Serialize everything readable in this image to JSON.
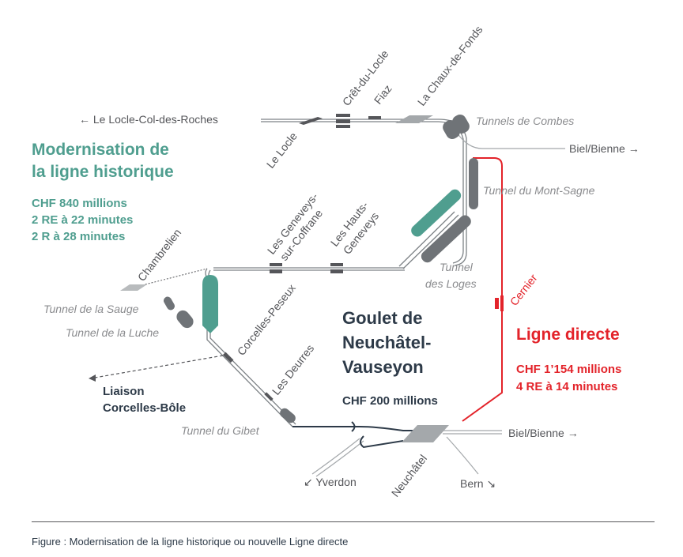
{
  "stations": {
    "le_locle_col_des_roches": "← Le Locle-Col-des-Roches",
    "le_locle": "Le Locle",
    "cret_du_locle": "Crêt-du-Locle",
    "fiaz": "Fiaz",
    "la_chaux_de_fonds": "La Chaux-de-Fonds",
    "biel_bienne_top": "Biel/Bienne →",
    "les_geneveys_l1": "Les Geneveys-",
    "les_geneveys_l2": "sur-Coffrane",
    "les_hauts_l1": "Les Hauts-",
    "les_hauts_l2": "Geneveys",
    "chambrelien": "Chambrelien",
    "corcelles_peseux": "Corcelles-Peseux",
    "les_deurres": "Les Deurres",
    "neuchatel": "Neuchâtel",
    "cernier": "Cernier",
    "biel_bienne_bottom": "Biel/Bienne →",
    "yverdon": "↙ Yverdon",
    "bern": "Bern ↘"
  },
  "tunnels": {
    "combes": "Tunnels de Combes",
    "mont_sagne": "Tunnel du Mont-Sagne",
    "loges_l1": "Tunnel",
    "loges_l2": "des Loges",
    "sauge": "Tunnel de la Sauge",
    "luche": "Tunnel de la Luche",
    "gibet": "Tunnel du Gibet"
  },
  "modernisation": {
    "title_l1": "Modernisation de",
    "title_l2": "la ligne historique",
    "cost": "CHF 840 millions",
    "re": "2 RE à 22 minutes",
    "r": "2 R à 28 minutes"
  },
  "directe": {
    "title": "Ligne directe",
    "cost": "CHF 1’154 millions",
    "re": "4 RE à 14 minutes"
  },
  "goulet": {
    "title_l1": "Goulet de",
    "title_l2": "Neuchâtel-",
    "title_l3": "Vauseyon",
    "cost": "CHF 200 millions"
  },
  "liaison": {
    "l1": "Liaison",
    "l2": "Corcelles-Bôle"
  },
  "caption": "Figure : Modernisation de la ligne historique ou nouvelle Ligne directe",
  "colors": {
    "teal": "#4f9e8f",
    "red": "#e3232a",
    "dark": "#2d3a48",
    "grey_track": "#7d8286",
    "tunnel_grey": "#6f7377"
  }
}
